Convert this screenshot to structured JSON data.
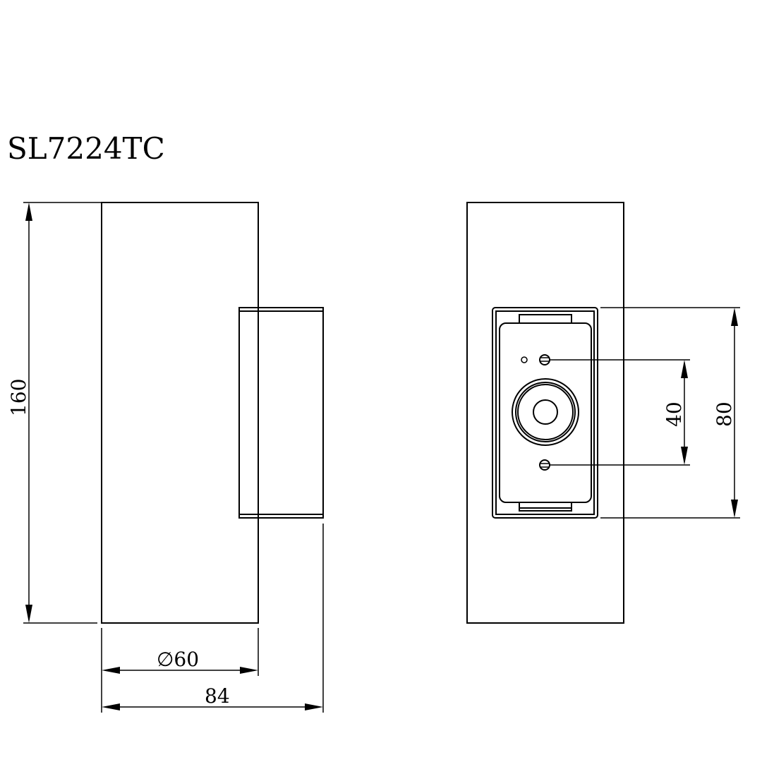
{
  "drawing": {
    "model": "SL7224TC",
    "side_view": {
      "dimensions": {
        "height": "160",
        "diameter": "∅60",
        "depth": "84"
      }
    },
    "back_view": {
      "dimensions": {
        "mount_hole_spacing": "40",
        "mount_plate_height": "80"
      }
    },
    "colors": {
      "line": "#000000",
      "background": "#ffffff"
    }
  }
}
